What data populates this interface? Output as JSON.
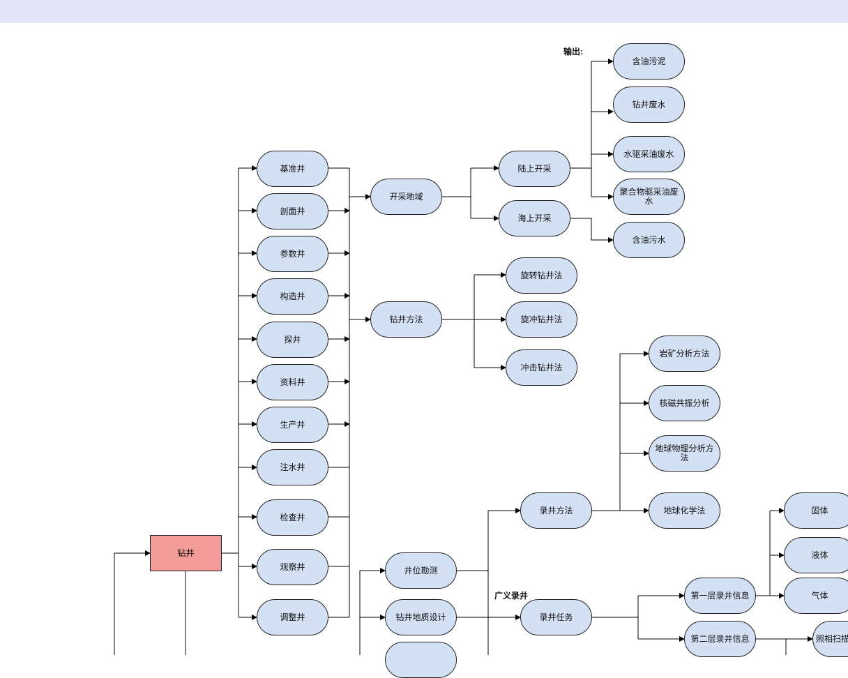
{
  "labels": {
    "output": "输出:",
    "broad_logging": "广义录井"
  },
  "nodes": {
    "drilling": "钻井",
    "benchmark_well": "基准井",
    "profile_well": "剖面井",
    "parameter_well": "参数井",
    "structural_well": "构造井",
    "exploration_well": "探井",
    "data_well": "资料井",
    "production_well": "生产井",
    "injection_well": "注水井",
    "inspection_well": "检查井",
    "observation_well": "观察井",
    "adjustment_well": "调整井",
    "mining_region": "开采地域",
    "drilling_method": "钻井方法",
    "onshore": "陆上开采",
    "offshore": "海上开采",
    "oily_sludge": "含油污泥",
    "drilling_wastewater": "钻井废水",
    "waterflood_wastewater": "水驱采油废水",
    "polymer_wastewater": "聚合物驱采油废水",
    "oily_wastewater": "含油污水",
    "rotary_drilling": "旋转钻井法",
    "rotary_percussion": "旋冲钻井法",
    "percussion_drilling": "冲击钻井法",
    "rock_mineral": "岩矿分析方法",
    "nmr": "核磁共振分析",
    "geophysical": "地球物理分析方法",
    "geochemical": "地球化学法",
    "logging_method": "录井方法",
    "logging_task": "录井任务",
    "well_site_survey": "井位勘测",
    "geological_design": "钻井地质设计",
    "first_layer": "第一层录井信息",
    "second_layer": "第二层录井信息",
    "solid": "固体",
    "liquid": "液体",
    "gas": "气体",
    "photo_scan": "照相扫描"
  }
}
